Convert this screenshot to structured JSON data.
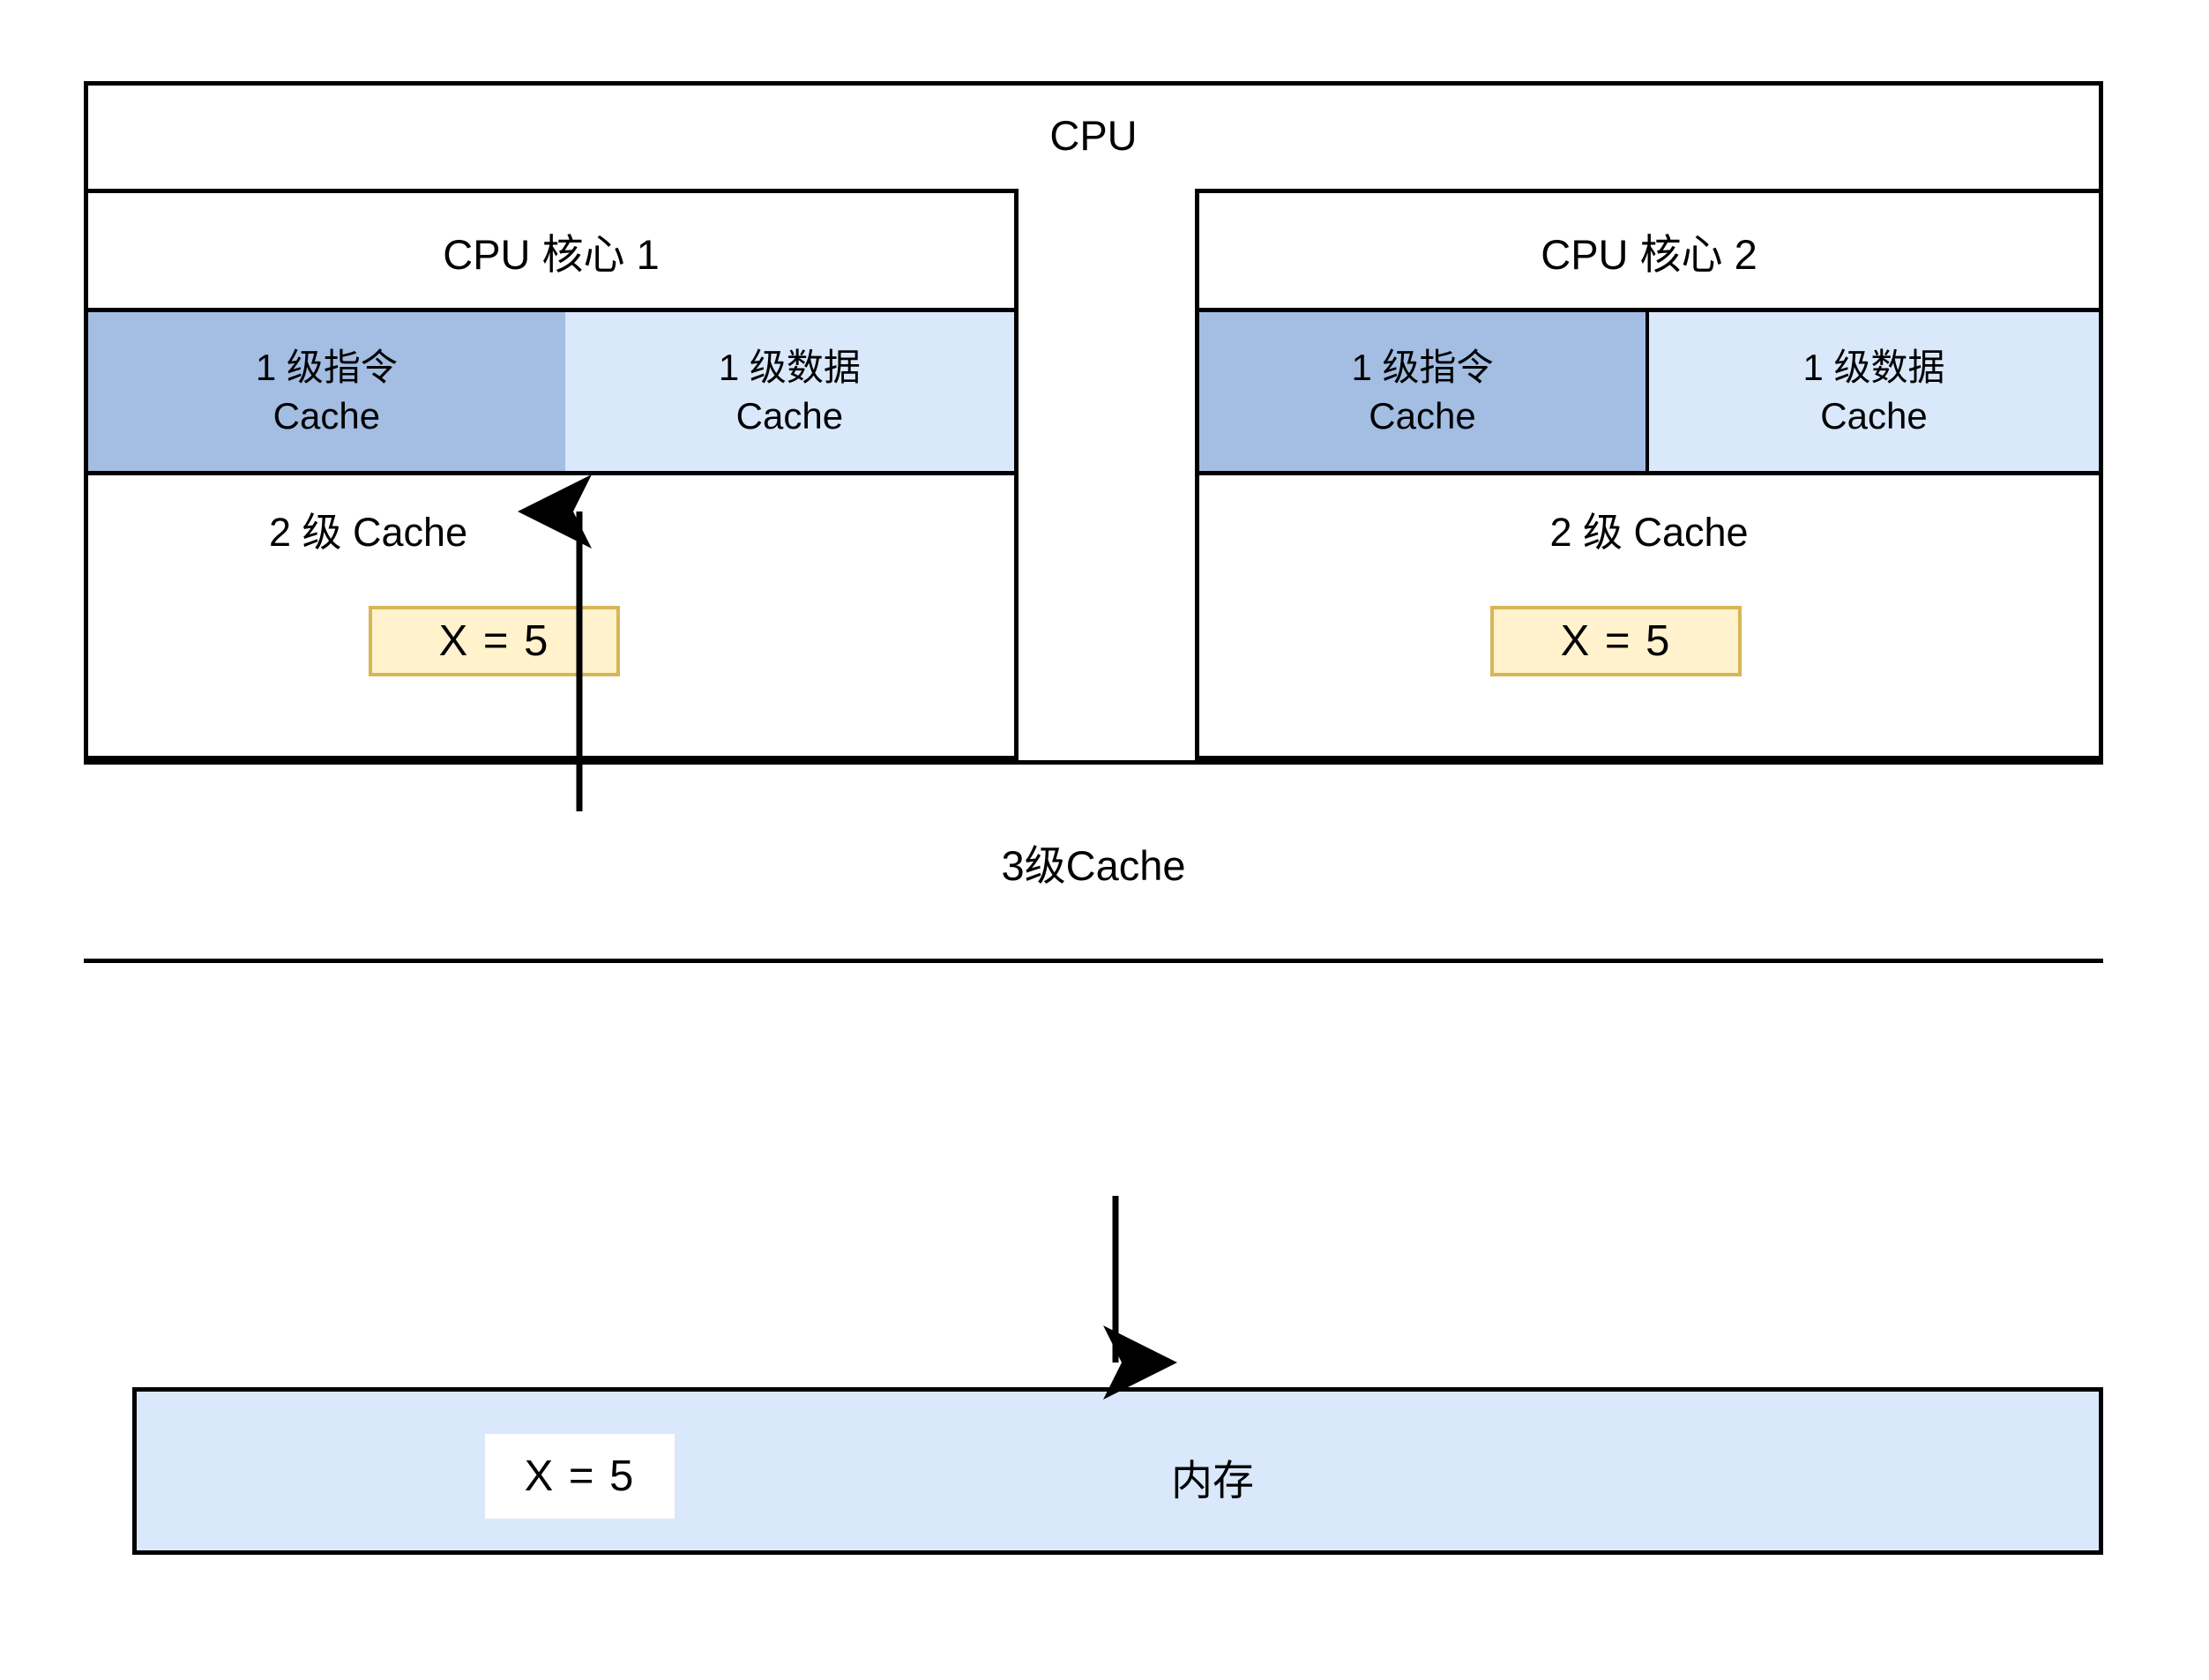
{
  "diagram": {
    "title": "CPU",
    "cpu_label": "CPU",
    "l3_label": "3级Cache",
    "value_text": "X = 5"
  },
  "cores": [
    {
      "title": "CPU 核心 1",
      "l1_instruction": {
        "line1": "1 级指令",
        "line2": "Cache",
        "color": "#a3bde3"
      },
      "l1_data": {
        "line1": "1 级数据",
        "line2": "Cache",
        "color": "#dae8fc"
      },
      "l2_label": "2 级   Cache",
      "cached_value": "X =  5"
    },
    {
      "title": "CPU 核心 2",
      "l1_instruction": {
        "line1": "1 级指令",
        "line2": "Cache",
        "color": "#a3bde3"
      },
      "l1_data": {
        "line1": "1 级数据",
        "line2": "Cache",
        "color": "#dae8fc"
      },
      "l2_label": "2 级 Cache",
      "cached_value": "X =  5"
    }
  ],
  "memory": {
    "label": "内存",
    "cached_value": "X =  5",
    "color": "#dae8fc"
  },
  "colors": {
    "l1_instruction": "#a3bde3",
    "l1_data": "#dae8fc",
    "highlight_fill": "#fff2cc",
    "highlight_border": "#d6b656",
    "memory_fill": "#dae8fc",
    "stroke": "#000000",
    "background": "#ffffff"
  },
  "arrows": [
    {
      "name": "core1-l2-to-l1-arrow",
      "direction": "up"
    },
    {
      "name": "cpu-to-memory-arrow",
      "direction": "down"
    }
  ]
}
